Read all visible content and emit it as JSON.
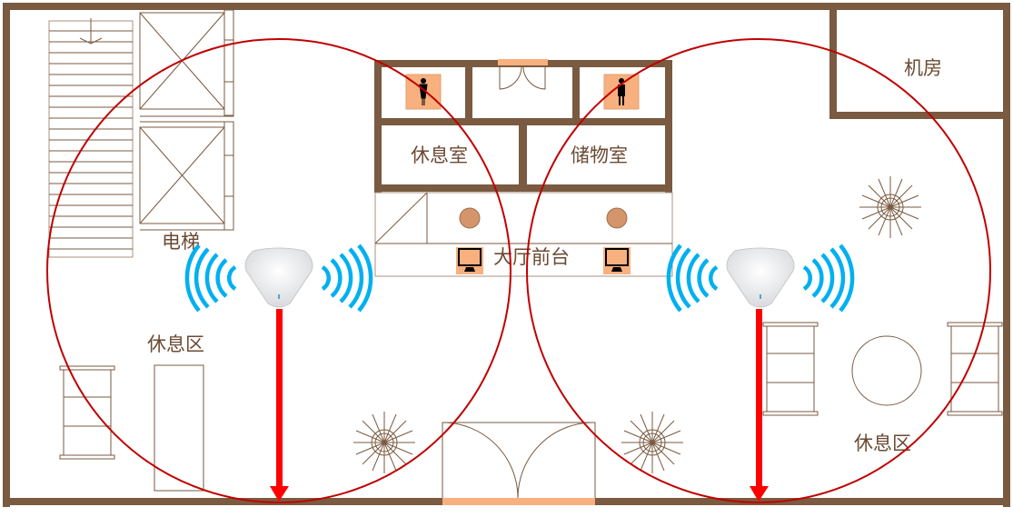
{
  "labels": {
    "elevator": "电梯",
    "rest_area_left": "休息区",
    "rest_area_right": "休息区",
    "lounge": "休息室",
    "storage": "储物室",
    "front_desk": "大厅前台",
    "server_room": "机房"
  },
  "colors": {
    "wall": "#7a5a40",
    "coverage": "#c00000",
    "signal": "#00b0f0",
    "cable": "#ff0000",
    "accent": "#f8b07f"
  },
  "access_points": [
    {
      "name": "ap-left",
      "icon": "wireless-ap-icon"
    },
    {
      "name": "ap-right",
      "icon": "wireless-ap-icon"
    }
  ]
}
